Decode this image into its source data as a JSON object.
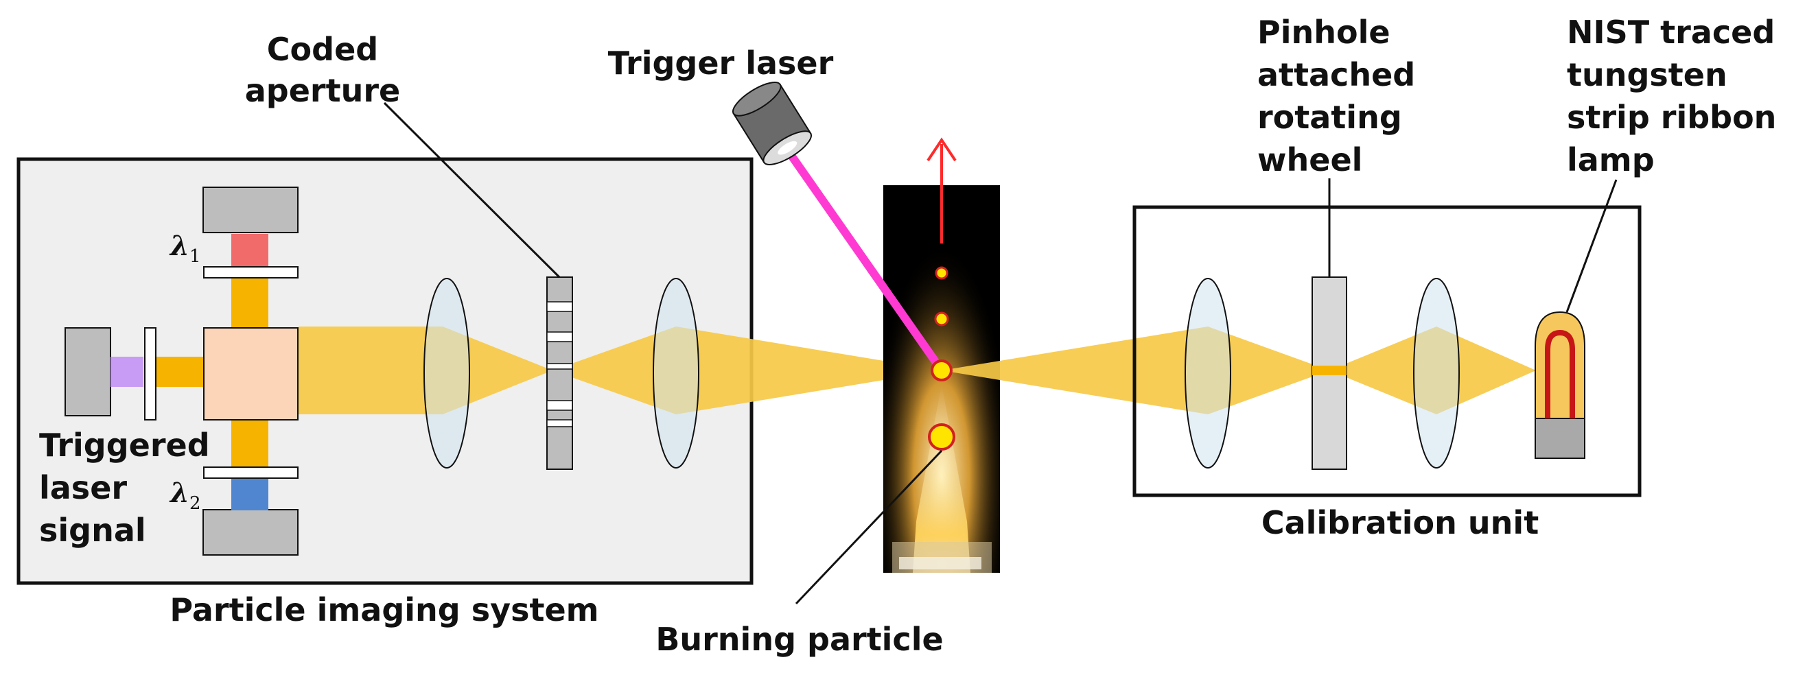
{
  "labels": {
    "coded_aperture_line1": "Coded",
    "coded_aperture_line2": "aperture",
    "trigger_laser": "Trigger laser",
    "pinhole_line1": "Pinhole",
    "pinhole_line2": "attached",
    "pinhole_line3": "rotating",
    "pinhole_line4": "wheel",
    "lamp_line1": "NIST traced",
    "lamp_line2": "tungsten",
    "lamp_line3": "strip ribbon",
    "lamp_line4": "lamp",
    "triggered_line1": "Triggered",
    "triggered_line2": "laser",
    "triggered_line3": "signal",
    "particle_imaging_system": "Particle imaging system",
    "burning_particle": "Burning particle",
    "calibration_unit": "Calibration unit",
    "lambda_symbol": "λ",
    "lambda1_sub": "1",
    "lambda2_sub": "2"
  },
  "colors": {
    "beam": "#f7c947",
    "beam_core": "#f6b400",
    "box_fill": "#efefef",
    "box_stroke": "#111111",
    "detector": "#bdbdbd",
    "filter1": "#f26b6b",
    "filter2": "#4f86cf",
    "beamsplitter": "#fcd5b8",
    "trigger_signal": "#c89cf5",
    "trigger_beam": "#ff3ad2",
    "lens": "#cfe3ef",
    "particle": "#ffe400",
    "particle_ring": "#d22020",
    "arrow": "#ff2a2a",
    "lamp_glass": "#f6c75c",
    "filament": "#c71616"
  }
}
